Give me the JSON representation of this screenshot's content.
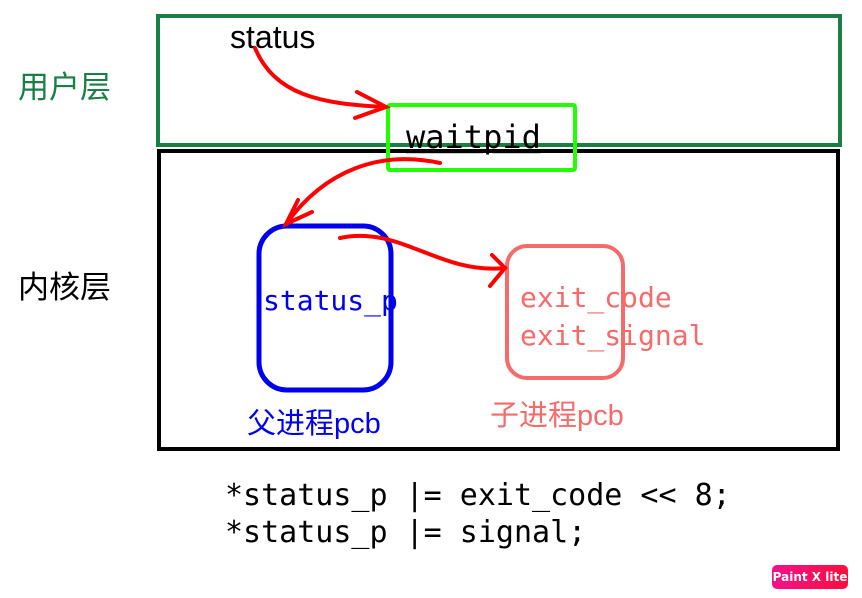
{
  "labels": {
    "user_layer": "用户层",
    "kernel_layer": "内核层",
    "status": "status",
    "waitpid": "waitpid",
    "status_p": "status_p",
    "exit_code": "exit_code",
    "exit_signal": "exit_signal",
    "parent_pcb": "父进程pcb",
    "child_pcb": "子进程pcb"
  },
  "code": [
    "*status_p |= exit_code << 8;",
    "*status_p |= signal;"
  ],
  "watermark": "Paint X lite",
  "colors": {
    "user_layer": "#1a7f45",
    "kernel_layer": "#000000",
    "waitpid_box": "#22ff00",
    "parent": "#0000ee",
    "child": "#f76a6a",
    "arrow": "#ff0000"
  }
}
